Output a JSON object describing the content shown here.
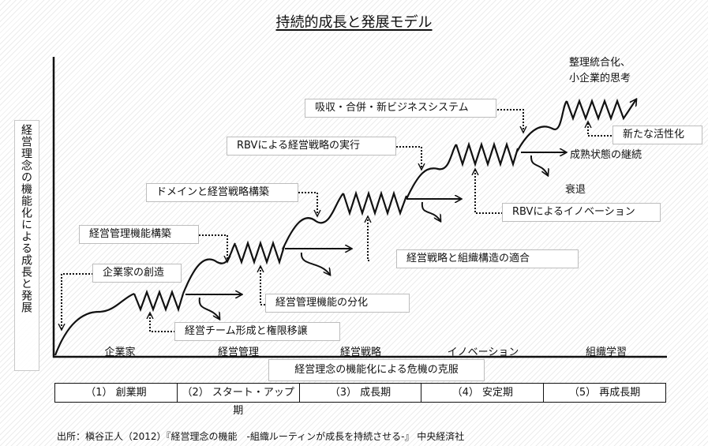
{
  "title": "持続的成長と発展モデル",
  "y_axis_label": "経営理念の機能化による成長と発展",
  "callouts": [
    {
      "id": "entrepreneur-creation",
      "text": "企業家の創造"
    },
    {
      "id": "team-formation",
      "text": "経営チーム形成と権限移譲"
    },
    {
      "id": "mgmt-function-building",
      "text": "経営管理機能構築"
    },
    {
      "id": "mgmt-function-division",
      "text": "経営管理機能の分化"
    },
    {
      "id": "domain-strategy",
      "text": "ドメインと経営戦略構築"
    },
    {
      "id": "strategy-structure-fit",
      "text": "経営戦略と組織構造の適合"
    },
    {
      "id": "rbv-strategy",
      "text": "RBVによる経営戦略の実行"
    },
    {
      "id": "rbv-innovation",
      "text": "RBVによるイノベーション"
    },
    {
      "id": "mna-new-business",
      "text": "吸収・合併・新ビジネスシステム"
    },
    {
      "id": "new-activation",
      "text": "新たな活性化"
    }
  ],
  "plain_labels": {
    "reorg_line1": "整理統合化、",
    "reorg_line2": "小企業的思考",
    "maturity": "成熟状態の継続",
    "decline": "衰退"
  },
  "x_categories": [
    "企業家",
    "経営管理",
    "経営戦略",
    "イノベーション",
    "組織学習"
  ],
  "crisis_label": "経営理念の機能化による危機の克服",
  "phases": [
    "（1） 創業期",
    "（2） スタート・アップ期",
    "（3） 成長期",
    "（4） 安定期",
    "（5） 再成長期"
  ],
  "source": "出所：槇谷正人（2012）『経営理念の機能　-組織ルーティンが成長を持続させる-』 中央経済社"
}
